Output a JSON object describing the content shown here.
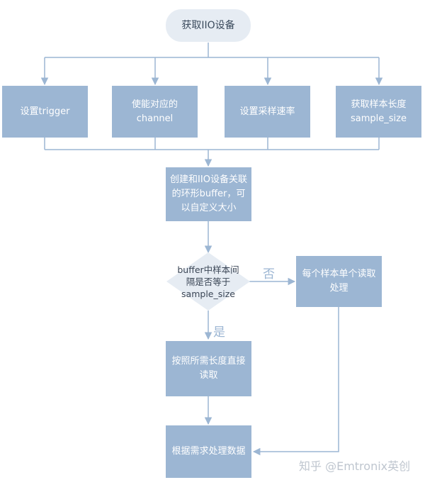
{
  "flow": {
    "start": "获取IIO设备",
    "step_trigger": "设置trigger",
    "step_channel": "使能对应的channel",
    "step_rate": "设置采样速率",
    "step_size": "获取样本长度\nsample_size",
    "create_buffer": "创建和IIO设备关联\n的环形buffer，可\n以自定义大小",
    "decision": "buffer中样本间\n隔是否等于\nsample_size",
    "label_no": "否",
    "label_yes": "是",
    "per_sample": "每个样本单个读取\n处理",
    "direct_read": "按照所需长度直接\n读取",
    "process": "根据需求处理数据"
  },
  "watermark": "知乎 @Emtronix英创",
  "colors": {
    "node": "#9cb6d3",
    "start": "#e6ecf3",
    "line": "#9cb6d3"
  }
}
